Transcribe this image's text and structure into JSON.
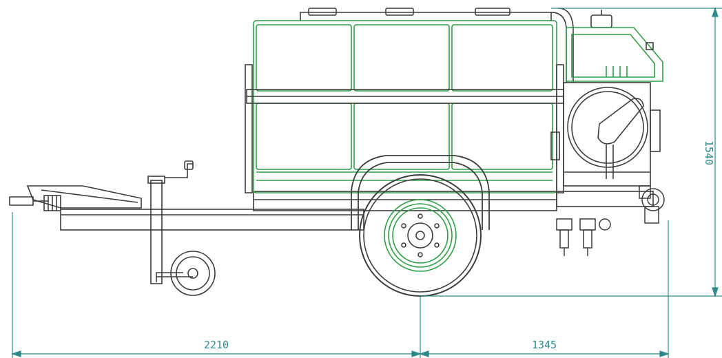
{
  "dimensions": {
    "length_front": "2210",
    "length_rear": "1345",
    "height": "1540"
  },
  "colors": {
    "outline": "#3c3c3c",
    "body": "#2e9e46",
    "dimension": "#2e8a8a",
    "background": "#ffffff"
  }
}
